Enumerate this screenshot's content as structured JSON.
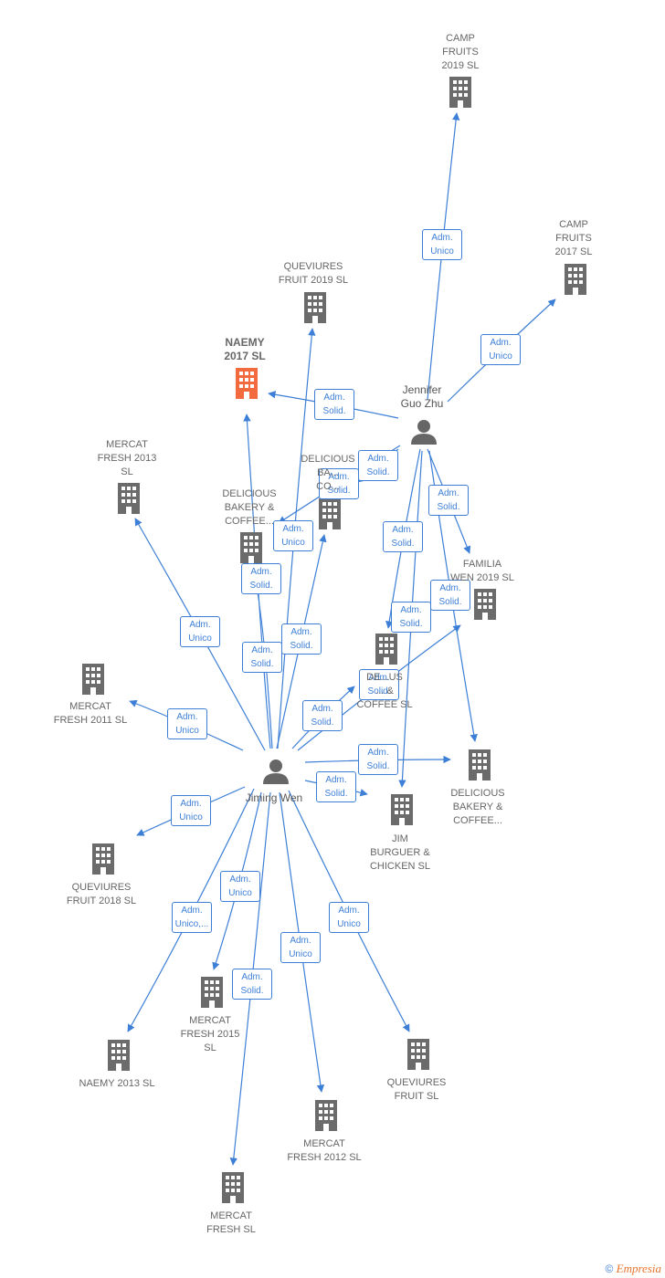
{
  "colors": {
    "edge": "#3d7fd6",
    "building": "#6b6b6b",
    "focus_building": "#f26a3d",
    "person": "#666666",
    "label": "#666666"
  },
  "companies": [
    {
      "id": "camp2019",
      "label": "CAMP\nFRUITS\n2019  SL"
    },
    {
      "id": "camp2017",
      "label": "CAMP\nFRUITS\n2017  SL"
    },
    {
      "id": "queviures2019",
      "label": "QUEVIURES\nFRUIT 2019  SL"
    },
    {
      "id": "naemy2017",
      "label": "NAEMY\n2017  SL",
      "focus": true
    },
    {
      "id": "mercat2013",
      "label": "MERCAT\nFRESH 2013\nSL"
    },
    {
      "id": "delicious1",
      "label": "DELICIOUS\nBAKERY &\nCOFFEE..."
    },
    {
      "id": "delicious2",
      "label": "DELICIOUS\nBA...\nCO..."
    },
    {
      "id": "familia2019",
      "label": "FAMILIA\nWEN 2019  SL"
    },
    {
      "id": "delicious3",
      "label": "DE...US\n... &\nCOFFEE  SL"
    },
    {
      "id": "mercat2011",
      "label": "MERCAT\nFRESH 2011 SL"
    },
    {
      "id": "delicious4",
      "label": "DELICIOUS\nBAKERY &\nCOFFEE..."
    },
    {
      "id": "jim",
      "label": "JIM\nBURGUER &\nCHICKEN  SL"
    },
    {
      "id": "queviures2018",
      "label": "QUEVIURES\nFRUIT 2018  SL"
    },
    {
      "id": "mercat2015",
      "label": "MERCAT\nFRESH 2015\nSL"
    },
    {
      "id": "naemy2013",
      "label": "NAEMY 2013 SL"
    },
    {
      "id": "queviuresfruit",
      "label": "QUEVIURES\nFRUIT  SL"
    },
    {
      "id": "mercat2012",
      "label": "MERCAT\nFRESH 2012 SL"
    },
    {
      "id": "mercatfresh",
      "label": "MERCAT\nFRESH SL"
    }
  ],
  "persons": [
    {
      "id": "jennifer",
      "label": "Jennifer\nGuo Zhu"
    },
    {
      "id": "jiming",
      "label": "Jiming Wen"
    }
  ],
  "relations": [
    {
      "from": "jennifer",
      "to": "camp2019",
      "role": "Adm.\nUnico"
    },
    {
      "from": "jennifer",
      "to": "camp2017",
      "role": "Adm.\nUnico"
    },
    {
      "from": "jennifer",
      "to": "naemy2017",
      "role": "Adm.\nSolid."
    },
    {
      "from": "jennifer",
      "to": "delicious2",
      "role": "Adm.\nSolid."
    },
    {
      "from": "jennifer",
      "to": "delicious1",
      "role": "Adm.\nSolid."
    },
    {
      "from": "jennifer",
      "to": "familia2019",
      "role": "Adm.\nSolid."
    },
    {
      "from": "jennifer",
      "to": "delicious3",
      "role": "Adm.\nSolid."
    },
    {
      "from": "jennifer",
      "to": "delicious4",
      "role": "Adm.\nSolid."
    },
    {
      "from": "jennifer",
      "to": "jim",
      "role": "Adm.\nSolid."
    },
    {
      "from": "jiming",
      "to": "queviures2019",
      "role": "Adm.\nUnico"
    },
    {
      "from": "jiming",
      "to": "naemy2017",
      "role": "Adm.\nSolid."
    },
    {
      "from": "jiming",
      "to": "delicious2",
      "role": "Adm.\nSolid."
    },
    {
      "from": "jiming",
      "to": "delicious1",
      "role": "Adm.\nSolid."
    },
    {
      "from": "jiming",
      "to": "mercat2013",
      "role": "Adm.\nUnico"
    },
    {
      "from": "jiming",
      "to": "mercat2011",
      "role": "Adm.\nUnico"
    },
    {
      "from": "jiming",
      "to": "delicious3",
      "role": "Adm.\nSolid."
    },
    {
      "from": "jiming",
      "to": "familia2019",
      "role": "Adm.\nSolid."
    },
    {
      "from": "jiming",
      "to": "delicious4",
      "role": "Adm.\nSolid."
    },
    {
      "from": "jiming",
      "to": "jim",
      "role": "Adm.\nSolid."
    },
    {
      "from": "jiming",
      "to": "queviures2018",
      "role": "Adm.\nUnico"
    },
    {
      "from": "jiming",
      "to": "naemy2013",
      "role": "Adm.\nUnico,..."
    },
    {
      "from": "jiming",
      "to": "mercat2015",
      "role": "Adm.\nUnico"
    },
    {
      "from": "jiming",
      "to": "mercatfresh",
      "role": "Adm.\nSolid."
    },
    {
      "from": "jiming",
      "to": "mercat2012",
      "role": "Adm.\nUnico"
    },
    {
      "from": "jiming",
      "to": "queviuresfruit",
      "role": "Adm.\nUnico"
    }
  ],
  "footer": {
    "copyright": "©",
    "brand": "Empresia"
  }
}
